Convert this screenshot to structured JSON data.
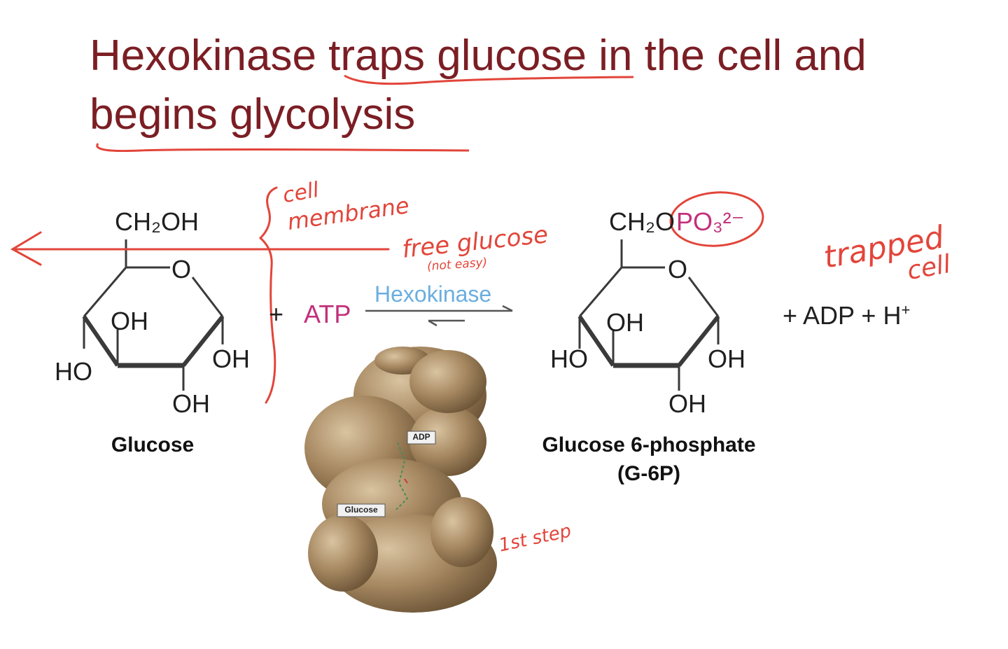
{
  "slide": {
    "title": "Hexokinase traps glucose in the cell and begins glycolysis",
    "colors": {
      "title": "#7b1e24",
      "annotation": "#e2453a",
      "atp": "#c2307a",
      "enzyme_label": "#6aaee0",
      "protein": "#9c7f55"
    }
  },
  "reaction": {
    "plus1": "+",
    "atp": "ATP",
    "enzyme": "Hexokinase",
    "products_tail": "+  ADP  +  H",
    "h_superscript": "+"
  },
  "glucose": {
    "ch2oh": "CH₂OH",
    "ring_o": "O",
    "oh_left": "OH",
    "ho": "HO",
    "oh_right": "OH",
    "oh_bottom": "OH",
    "name": "Glucose"
  },
  "g6p": {
    "ch2o": "CH₂O",
    "po3": "PO₃²⁻",
    "ring_o": "O",
    "oh_left": "OH",
    "ho": "HO",
    "oh_right": "OH",
    "oh_bottom": "OH",
    "name_line1": "Glucose 6-phosphate",
    "name_line2": "(G-6P)"
  },
  "protein_model": {
    "adp_tag": "ADP",
    "glucose_tag": "Glucose"
  },
  "annotations": {
    "cell": "cell",
    "membrane": "membrane",
    "free_glucose": "free glucose",
    "not_easy": "(not easy)",
    "trapped": "trapped",
    "cell_right": "cell",
    "first_step": "1st step"
  }
}
